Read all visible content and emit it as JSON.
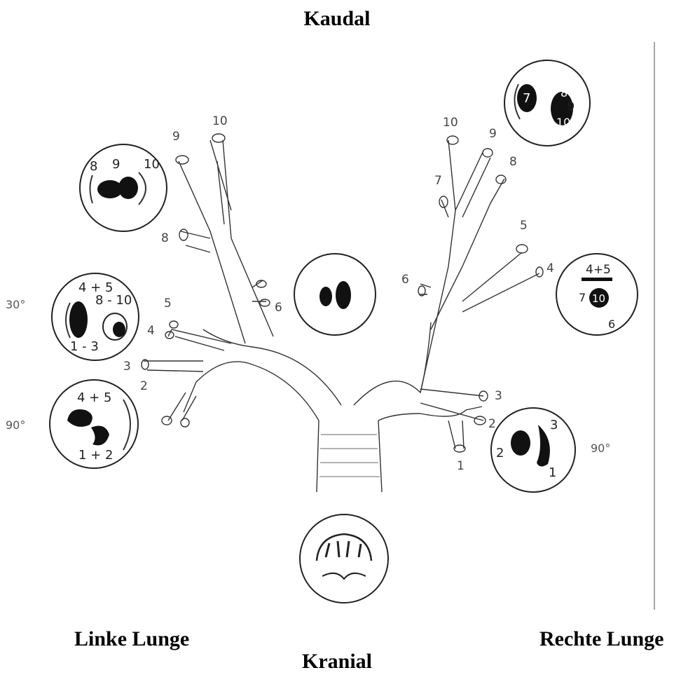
{
  "headers": {
    "top": "Kaudal",
    "bottom": "Kranial",
    "left": "Linke Lunge",
    "right": "Rechte Lunge"
  },
  "angles": {
    "left_30": "30°",
    "left_90": "90°",
    "right_90": "90°"
  },
  "left_branch_numbers": {
    "n10": "10",
    "n9": "9",
    "n8": "8",
    "n6": "6",
    "n5": "5",
    "n4": "4",
    "n3": "3",
    "n2": "2"
  },
  "right_branch_numbers": {
    "n10": "10",
    "n9": "9",
    "n8": "8",
    "n7": "7",
    "n6": "6",
    "n5": "5",
    "n4": "4",
    "n3": "3",
    "n2": "2",
    "n1": "1"
  },
  "views": {
    "left_upper": {
      "a": "8",
      "b": "9",
      "c": "10"
    },
    "left_mid": {
      "top": "4 + 5",
      "mid": "8 - 10",
      "low": "1 - 3"
    },
    "left_low": {
      "top": "4 + 5",
      "low": "1 + 2"
    },
    "right_upper": {
      "a": "7",
      "b": "8",
      "c": "9",
      "d": "10"
    },
    "right_mid": {
      "top": "4+5",
      "a": "7",
      "b": "10",
      "c": "6"
    },
    "right_low": {
      "a": "3",
      "b": "2",
      "c": "1"
    }
  }
}
